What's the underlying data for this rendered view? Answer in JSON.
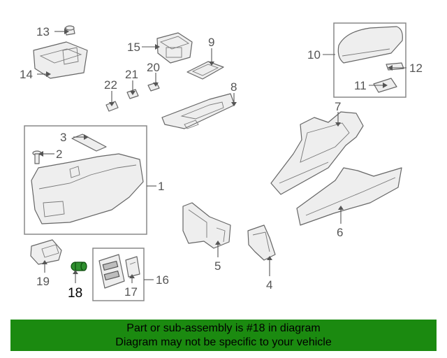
{
  "diagram": {
    "callouts": [
      "1",
      "2",
      "3",
      "4",
      "5",
      "6",
      "7",
      "8",
      "9",
      "10",
      "11",
      "12",
      "13",
      "14",
      "15",
      "16",
      "17",
      "18",
      "19",
      "20",
      "21",
      "22"
    ],
    "highlighted_part": "18",
    "colors": {
      "banner": "#1b8a10",
      "highlight": "#2f8f2f",
      "line": "#555555"
    }
  },
  "banner": {
    "line1": "Part or sub-assembly is #18 in diagram",
    "line2": "Diagram may not be specific to your vehicle"
  }
}
